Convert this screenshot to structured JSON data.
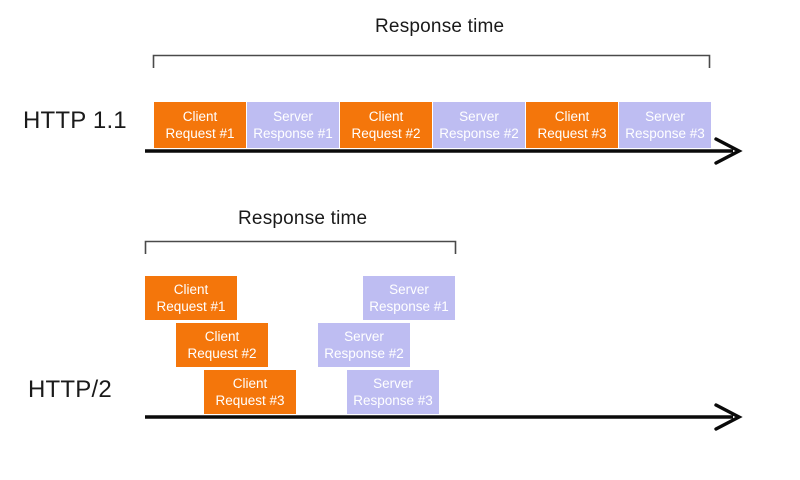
{
  "colors": {
    "background": "#FFFFFF",
    "client_request_box": "#F4760B",
    "server_response_box": "#BEBDF2",
    "box_text": "#FFFFFF",
    "timeline": "#0A0A0A",
    "bracket": "#4A4A4A",
    "heading_text": "#1A1A1A"
  },
  "http11": {
    "section_label": "HTTP 1.1",
    "response_time_label": "Response time",
    "timeline": [
      {
        "kind": "client",
        "line1": "Client",
        "line2": "Request #1"
      },
      {
        "kind": "server",
        "line1": "Server",
        "line2": "Response #1"
      },
      {
        "kind": "client",
        "line1": "Client",
        "line2": "Request #2"
      },
      {
        "kind": "server",
        "line1": "Server",
        "line2": "Response #2"
      },
      {
        "kind": "client",
        "line1": "Client",
        "line2": "Request #3"
      },
      {
        "kind": "server",
        "line1": "Server",
        "line2": "Response #3"
      }
    ]
  },
  "http2": {
    "section_label": "HTTP/2",
    "response_time_label": "Response time",
    "requests": [
      {
        "line1": "Client",
        "line2": "Request #1"
      },
      {
        "line1": "Client",
        "line2": "Request #2"
      },
      {
        "line1": "Client",
        "line2": "Request #3"
      }
    ],
    "responses": [
      {
        "line1": "Server",
        "line2": "Response #1"
      },
      {
        "line1": "Server",
        "line2": "Response #2"
      },
      {
        "line1": "Server",
        "line2": "Response #3"
      }
    ]
  }
}
